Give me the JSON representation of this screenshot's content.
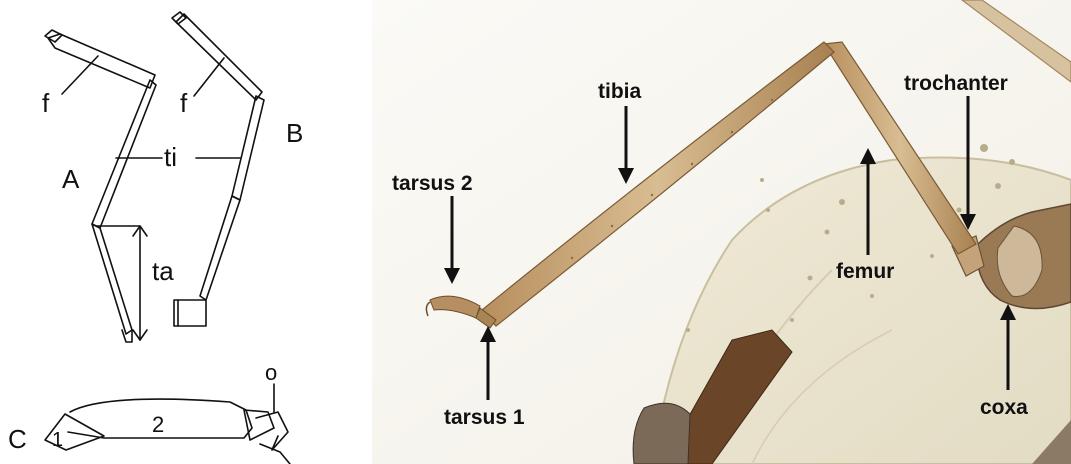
{
  "left_diagram": {
    "leg_a_label": "A",
    "leg_b_label": "B",
    "leg_c_label": "C",
    "femur_label_a": "f",
    "femur_label_b": "f",
    "tibia_label": "ti",
    "tarsus_label": "ta",
    "segment_1_label": "1",
    "segment_2_label": "2",
    "claw_label": "o"
  },
  "photo": {
    "labels": {
      "tibia": "tibia",
      "tarsus_2": "tarsus 2",
      "tarsus_1": "tarsus 1",
      "femur": "femur",
      "trochanter": "trochanter",
      "coxa": "coxa"
    }
  }
}
